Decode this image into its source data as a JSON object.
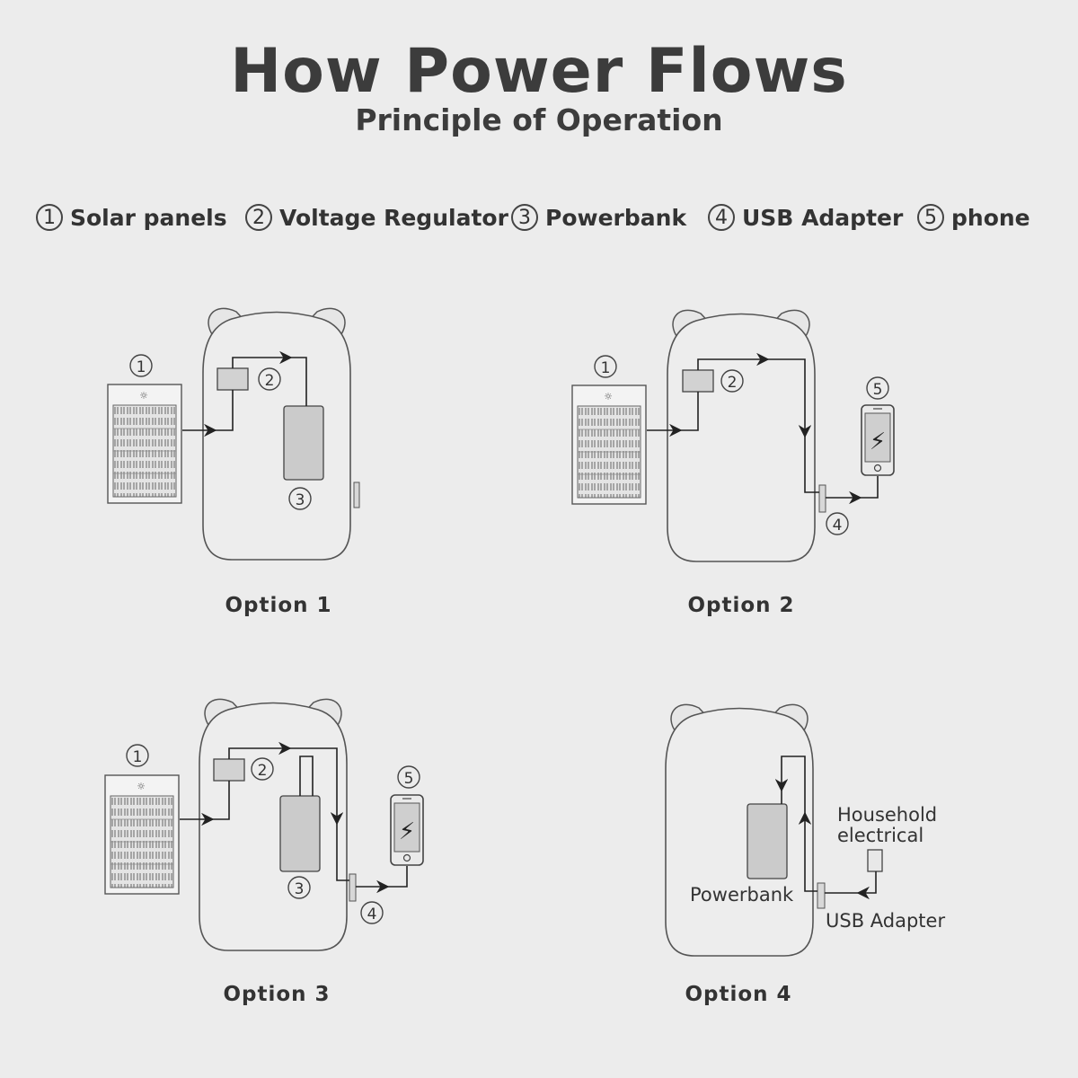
{
  "header": {
    "title": "How Power Flows",
    "subtitle": "Principle of Operation"
  },
  "legend": [
    {
      "number": "1",
      "label": "Solar panels"
    },
    {
      "number": "2",
      "label": "Voltage Regulator"
    },
    {
      "number": "3",
      "label": "Powerbank"
    },
    {
      "number": "4",
      "label": "USB Adapter"
    },
    {
      "number": "5",
      "label": "phone"
    }
  ],
  "options": [
    {
      "label": "Option 1"
    },
    {
      "label": "Option 2"
    },
    {
      "label": "Option 3"
    },
    {
      "label": "Option 4"
    }
  ],
  "markers": {
    "one": "1",
    "two": "2",
    "three": "3",
    "four": "4",
    "five": "5"
  },
  "option4": {
    "powerbank_label": "Powerbank",
    "usb_label": "USB Adapter",
    "household_line1": "Household",
    "household_line2": "electrical"
  },
  "icons": [
    "bolt-icon",
    "sun-logo-icon"
  ]
}
